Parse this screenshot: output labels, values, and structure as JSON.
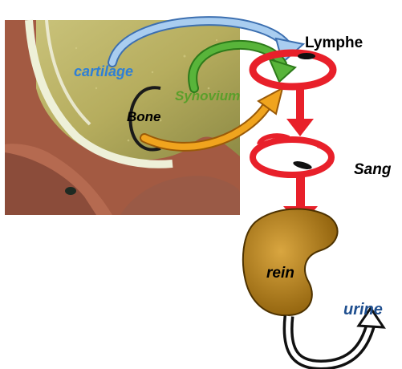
{
  "labels": {
    "lymphe": "Lymphe",
    "cartilage": "cartilage",
    "synovium": "Synovium",
    "bone": "Bone",
    "sang": "Sang",
    "rein": "rein",
    "urine": "urine"
  },
  "colors": {
    "ring_red": "#e8202a",
    "arrow_blue": "#5fa0d8",
    "arrow_green": "#4aa52e",
    "arrow_orange": "#f0a41e",
    "kidney": "#b07c14",
    "cartilage_text": "#2e7fd6",
    "synovium_text": "#5a9f2a",
    "urine_text": "#1f4f8f"
  }
}
